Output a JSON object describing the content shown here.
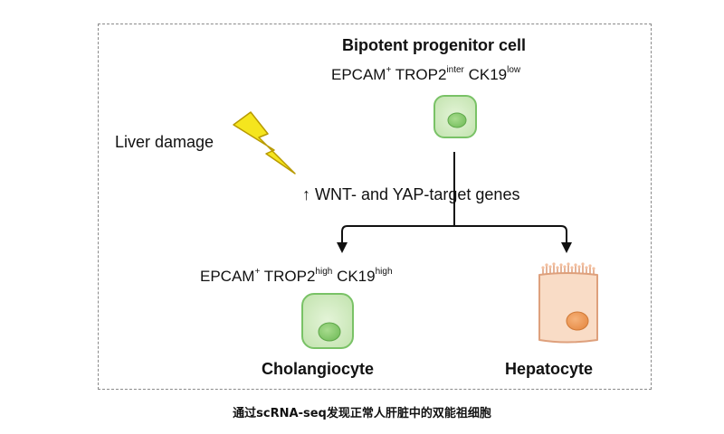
{
  "diagram": {
    "title": "Bipotent progenitor cell",
    "progenitor_markers": {
      "epcam": "EPCAM",
      "epcam_sup": "+",
      "trop2": "TROP2",
      "trop2_sup": "inter",
      "ck19": "CK19",
      "ck19_sup": "low"
    },
    "trigger_label": "Liver damage",
    "genes_label": "WNT- and YAP-target genes",
    "genes_arrow": "↑",
    "cholangiocyte_markers": {
      "epcam": "EPCAM",
      "epcam_sup": "+",
      "trop2": "TROP2",
      "trop2_sup": "high",
      "ck19": "CK19",
      "ck19_sup": "high"
    },
    "cholangiocyte_label": "Cholangiocyte",
    "hepatocyte_label": "Hepatocyte",
    "colors": {
      "green_cell_fill": "#cfe9bf",
      "green_cell_border": "#7cc36a",
      "green_nucleus": "#8fcf76",
      "hepatocyte_fill": "#f9dcc6",
      "hepatocyte_border": "#e2a37f",
      "hepatocyte_nucleus": "#f0a060",
      "bolt_fill": "#f5e51e",
      "bolt_border": "#c9a600"
    },
    "icons": [
      "lightning-bolt-icon",
      "progenitor-cell-icon",
      "cholangiocyte-cell-icon",
      "hepatocyte-cell-icon"
    ]
  },
  "caption": "通过scRNA-seq发现正常人肝脏中的双能祖细胞"
}
